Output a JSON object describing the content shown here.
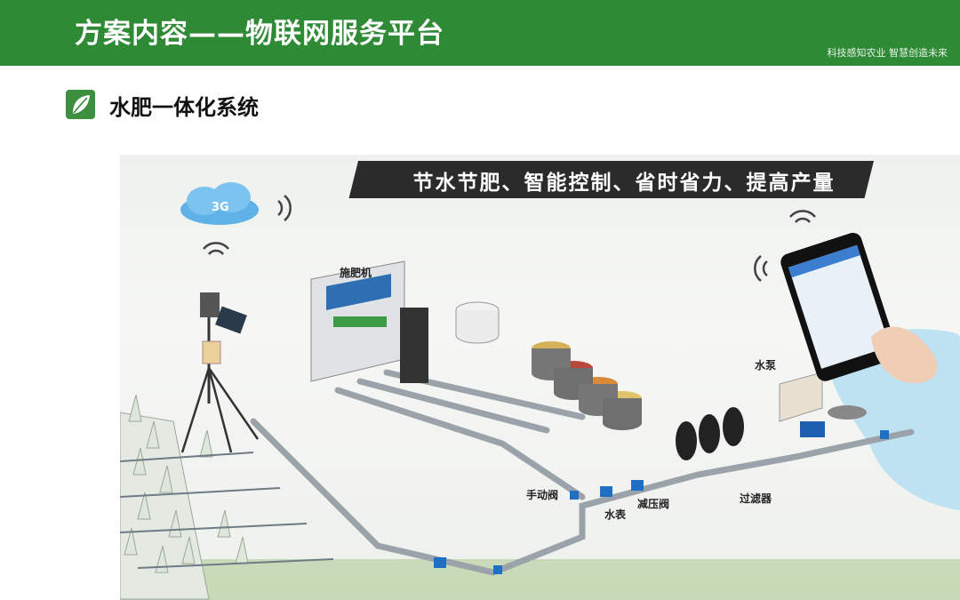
{
  "header": {
    "title": "方案内容——物联网服务平台",
    "slogan": "科技感知农业  智慧创造未来",
    "bg_color": "#2f8a36"
  },
  "section": {
    "title": "水肥一体化系统",
    "icon": "leaf-icon"
  },
  "diagram": {
    "banner": "节水节肥、智能控制、省时省力、提高产量",
    "cloud_label": "3G",
    "labels": {
      "fertilizer_machine": "施肥机",
      "water_pump": "水泵",
      "manual_valve": "手动阀",
      "water_meter": "水表",
      "pressure_valve": "减压阀",
      "filter": "过滤器"
    },
    "icons": [
      "cloud-icon",
      "wifi-signal-icon",
      "weather-station-icon",
      "fertilizer-machine-icon",
      "mixing-tank-icon",
      "filter-icon",
      "water-pump-icon",
      "smartphone-icon",
      "hand-icon"
    ]
  }
}
